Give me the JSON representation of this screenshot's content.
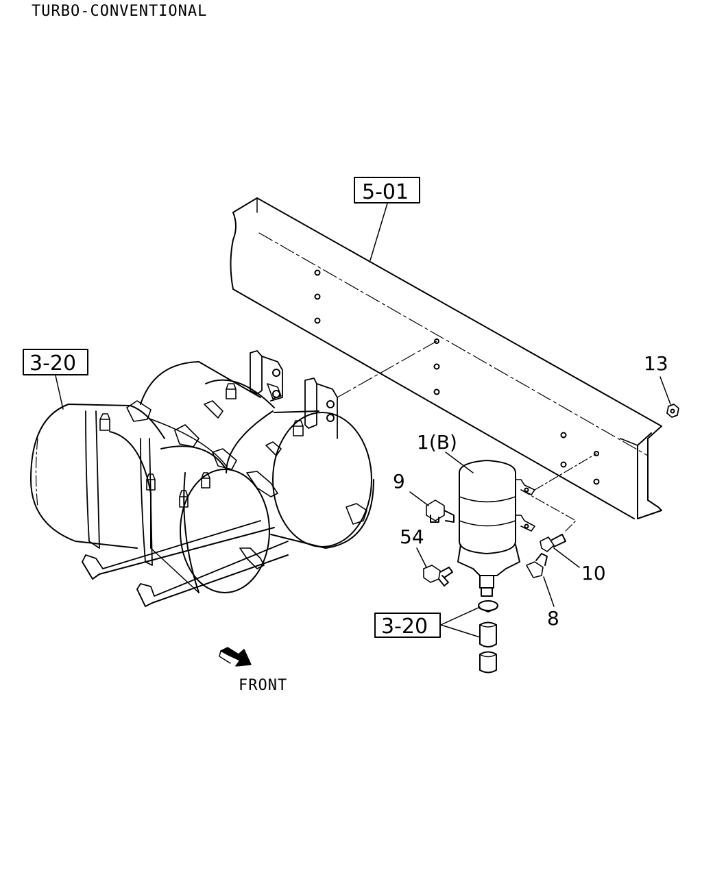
{
  "header": {
    "title": "TURBO-CONVENTIONAL"
  },
  "orientation": {
    "front_label": "FRONT"
  },
  "references": {
    "frame": "5-01",
    "air_tanks": "3-20",
    "hoses": "3-20"
  },
  "callouts": {
    "dryer": "1(B)",
    "fitting_9": "9",
    "fitting_54": "54",
    "bolt_10": "10",
    "elbow_8": "8",
    "nut_13": "13"
  }
}
